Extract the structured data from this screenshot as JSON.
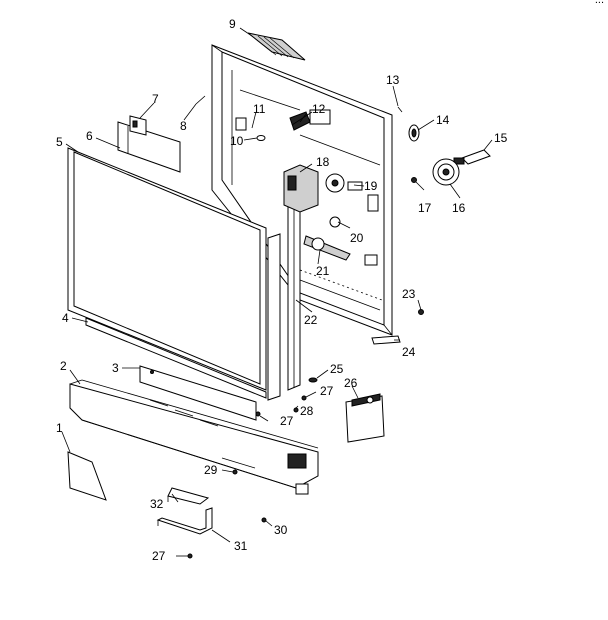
{
  "header_code": "...",
  "callouts": {
    "c1": "1",
    "c2": "2",
    "c3": "3",
    "c4": "4",
    "c5": "5",
    "c6": "6",
    "c7": "7",
    "c8": "8",
    "c9": "9",
    "c10": "10",
    "c11": "11",
    "c12": "12",
    "c13": "13",
    "c14": "14",
    "c15": "15",
    "c16": "16",
    "c17": "17",
    "c18": "18",
    "c19": "19",
    "c20": "20",
    "c21": "21",
    "c22": "22",
    "c23": "23",
    "c24": "24",
    "c25": "25",
    "c26": "26",
    "c27a": "27",
    "c27b": "27",
    "c27c": "27",
    "c28": "28",
    "c29": "29",
    "c30": "30",
    "c31": "31",
    "c32": "32"
  }
}
